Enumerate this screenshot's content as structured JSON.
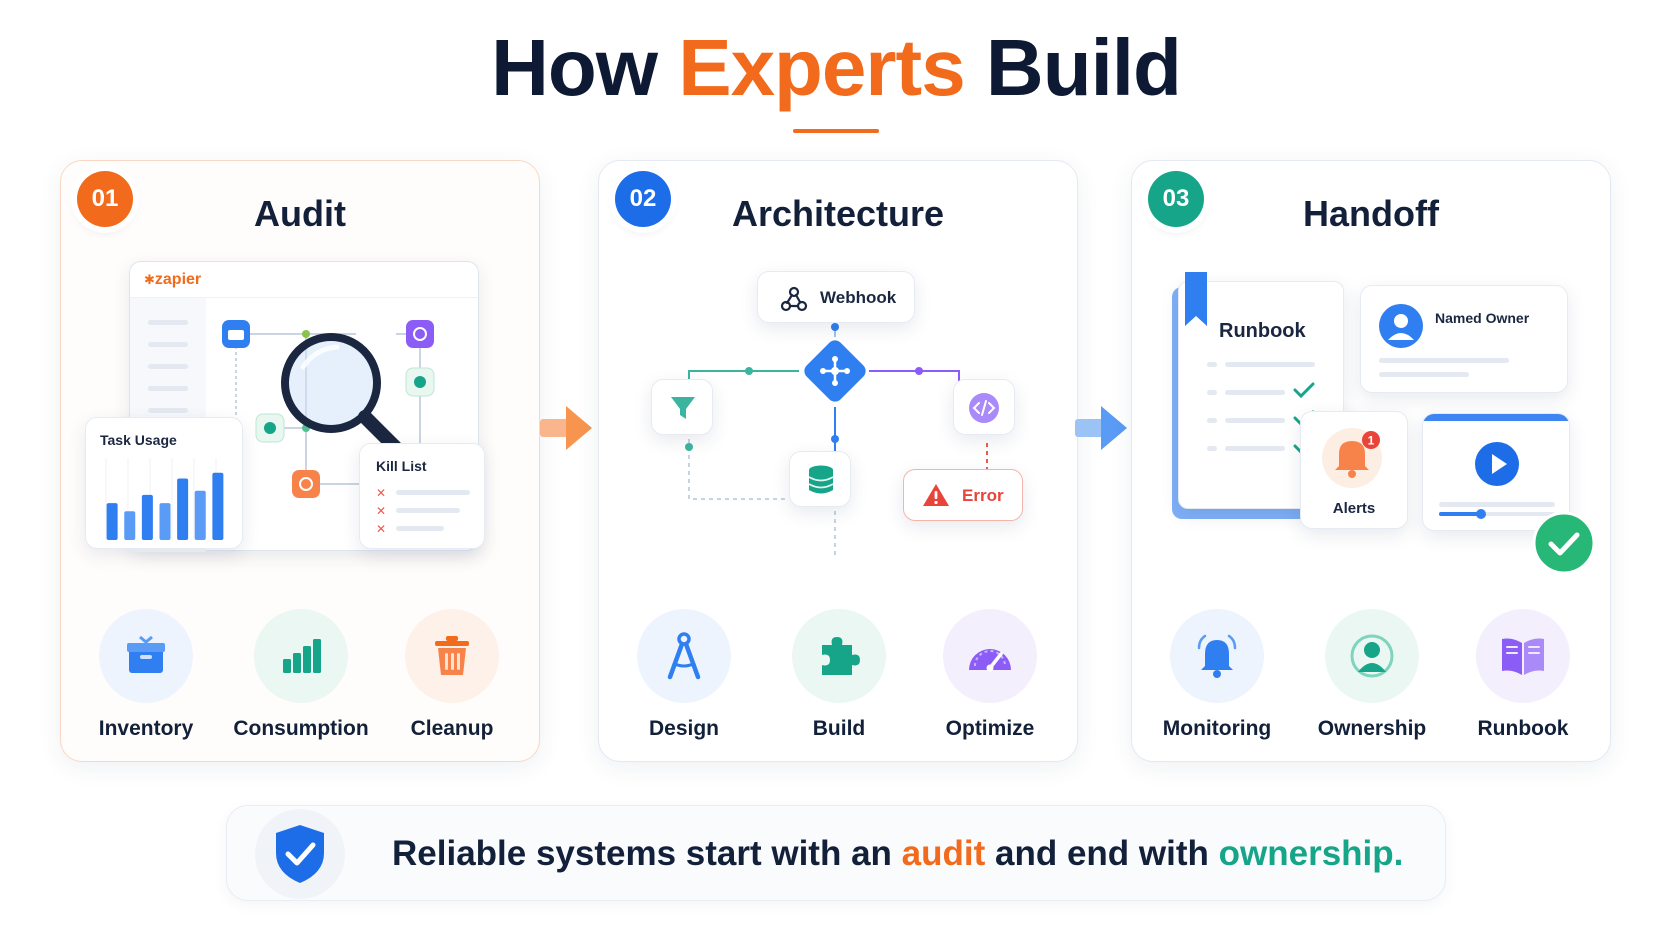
{
  "header": {
    "title_pre": "How",
    "title_accent": "Experts",
    "title_post": "Build"
  },
  "colors": {
    "orange": "#f26a1b",
    "blue": "#1e6de8",
    "teal": "#17a589",
    "purple": "#8b5cf6",
    "navy": "#0e1a33"
  },
  "steps": [
    {
      "number": "01",
      "title": "Audit",
      "color": "#f26a1b",
      "illustration": {
        "app_brand": "zapier",
        "task_usage_label": "Task Usage",
        "task_usage_values": [
          45,
          35,
          55,
          45,
          75,
          60,
          82
        ],
        "kill_list_label": "Kill List"
      },
      "features": [
        {
          "label": "Inventory",
          "icon": "inventory-box-icon"
        },
        {
          "label": "Consumption",
          "icon": "bar-chart-icon"
        },
        {
          "label": "Cleanup",
          "icon": "trash-icon"
        }
      ]
    },
    {
      "number": "02",
      "title": "Architecture",
      "color": "#1e6de8",
      "illustration": {
        "webhook_label": "Webhook",
        "error_label": "Error"
      },
      "features": [
        {
          "label": "Design",
          "icon": "compass-icon"
        },
        {
          "label": "Build",
          "icon": "puzzle-icon"
        },
        {
          "label": "Optimize",
          "icon": "gauge-icon"
        }
      ]
    },
    {
      "number": "03",
      "title": "Handoff",
      "color": "#17a589",
      "illustration": {
        "runbook_label": "Runbook",
        "owner_label": "Named Owner",
        "alerts_label": "Alerts",
        "alerts_count": "1"
      },
      "features": [
        {
          "label": "Monitoring",
          "icon": "bell-icon"
        },
        {
          "label": "Ownership",
          "icon": "person-icon"
        },
        {
          "label": "Runbook",
          "icon": "book-icon"
        }
      ]
    }
  ],
  "banner": {
    "text_pre": "Reliable systems start with an",
    "word_audit": "audit",
    "text_mid": "and end with",
    "word_ownership": "ownership."
  }
}
